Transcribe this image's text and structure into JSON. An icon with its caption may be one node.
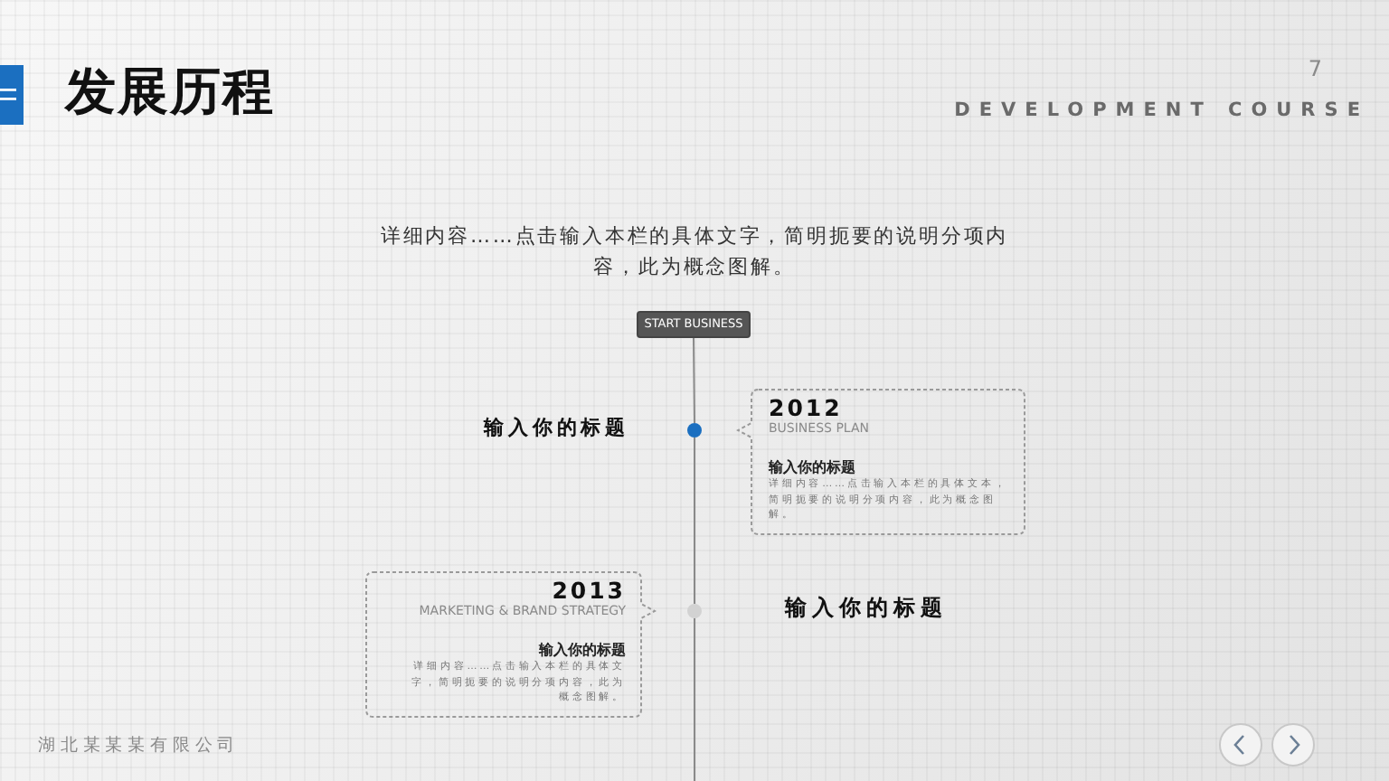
{
  "diagram": {
    "title": "发展历程",
    "nodes": [
      {
        "text": [
          "START BUSINESS"
        ]
      },
      {
        "text": [],
        "shape": "circle",
        "beside": [
          "输入你的标题"
        ]
      },
      {
        "text": [
          "2012",
          "BUSINESS PLAN",
          "输入你的标题",
          "详细内容……点击输入本栏的具体文本，简明扼要的说明分项内容，此为概念图解。"
        ]
      },
      {
        "text": [
          "2013",
          "MARKETING & BRAND STRATEGY",
          "输入你的标题",
          "详细内容……点击输入本栏的具体文字，简明扼要的说明分项内容，此为概念图解。"
        ]
      },
      {
        "text": [],
        "shape": "circle",
        "beside": [
          "输入你的标题"
        ]
      }
    ],
    "edges": [
      {
        "from": 0,
        "to": 1,
        "arrow": "none"
      },
      {
        "from": 1,
        "to": 4,
        "arrow": "none"
      },
      {
        "from": 4,
        "to": null,
        "arrow": "none"
      }
    ],
    "labels": [
      "7",
      "DEVELOPMENT COURSE",
      "详细内容……点击输入本栏的具体文字，简明扼要的说明分项内容，此为概念图解。",
      "湖北某某某有限公司"
    ]
  }
}
